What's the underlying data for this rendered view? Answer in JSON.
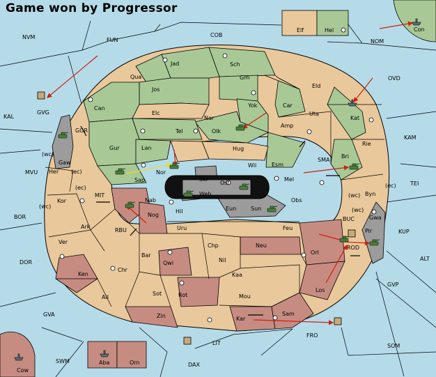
{
  "title": "Game won by Progressor",
  "colors": {
    "sea": "#b5dbe9",
    "neutral_land": "#e9c89b",
    "green_player": "#a8c996",
    "red_player": "#c68c82",
    "gray_player": "#9c9c9c",
    "black_region": "#111111",
    "border": "#000000",
    "move_arrow": "#d02010",
    "support_arrow": "#f0f020"
  },
  "sea_labels": [
    "NVM",
    "FUN",
    "COB",
    "NOM",
    "KAL",
    "GOR",
    "MVU",
    "MIT",
    "BOR",
    "DOR",
    "RBU",
    "SMA",
    "OVD",
    "KAM",
    "TEI",
    "BUC",
    "KUP",
    "ALT",
    "ROD",
    "GVP",
    "GVA",
    "FRO",
    "LIT",
    "SOM",
    "SWM",
    "DAX",
    "(wc)",
    "(ec)",
    "(wc)",
    "(ec)",
    "(wc)",
    "(ec)",
    "(wc)"
  ],
  "land_labels": [
    "Elf",
    "Hel",
    "Con",
    "GVG",
    "Jad",
    "Sch",
    "Qua",
    "Jos",
    "Grh",
    "Eld",
    "Can",
    "Yok",
    "Car",
    "Elc",
    "Nar",
    "Uta",
    "Kat",
    "Tel",
    "Olk",
    "Amp",
    "Gaw",
    "Gur",
    "Lan",
    "Hug",
    "Rie",
    "Bri",
    "Her",
    "Sap",
    "Nor",
    "Wil",
    "Esm",
    "Skr",
    "Ost",
    "Mel",
    "Byn",
    "Web",
    "Kor",
    "Nab",
    "Obs",
    "Hil",
    "Eun",
    "Sun",
    "Gwa",
    "Ark",
    "Nog",
    "Pir",
    "Uru",
    "Feu",
    "Ver",
    "Chp",
    "Neu",
    "Orl",
    "Bar",
    "Qwi",
    "Nil",
    "Ken",
    "Chr",
    "Kaa",
    "Ail",
    "Sot",
    "Rot",
    "Mou",
    "Los",
    "Zin",
    "Kar",
    "Sam",
    "Aba",
    "Orn",
    "Cow"
  ],
  "unit_names": [
    "army",
    "fleet"
  ]
}
